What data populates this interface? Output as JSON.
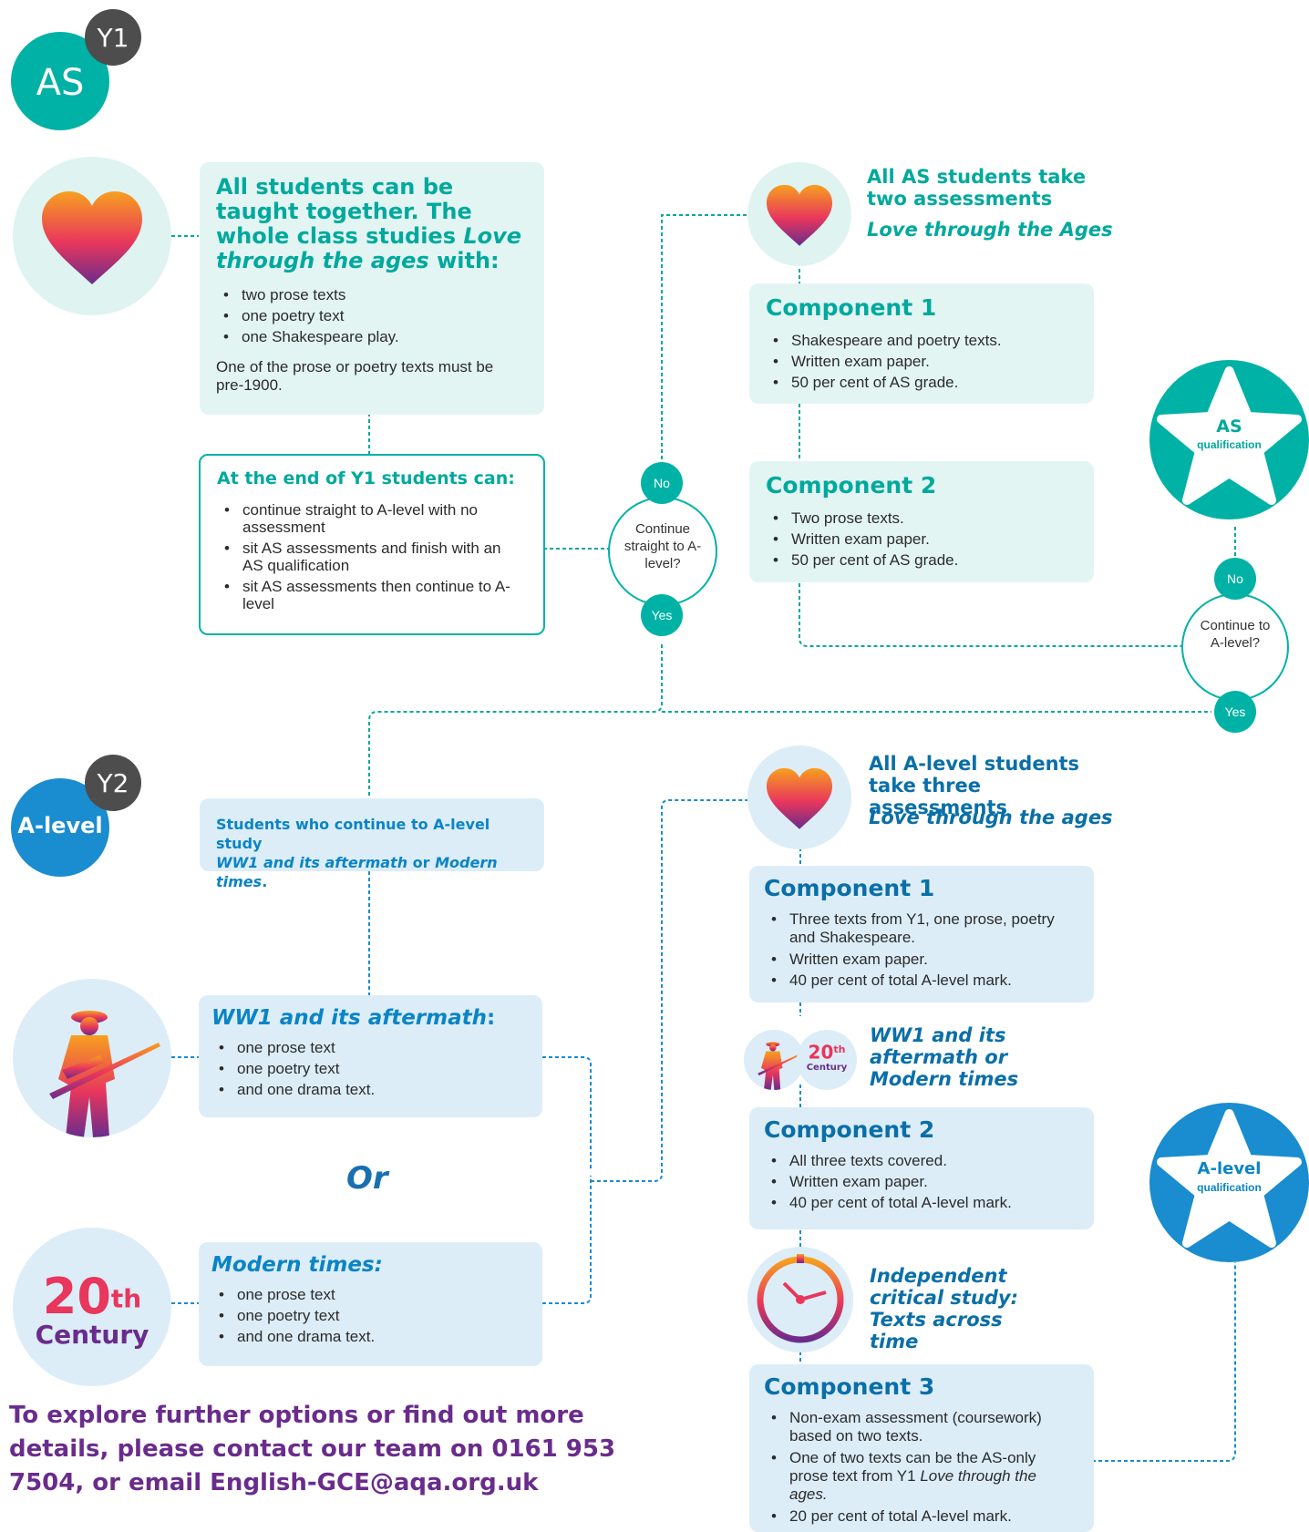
{
  "badges": {
    "as_label": "AS",
    "y1": "Y1",
    "alevel_label": "A-level",
    "y2": "Y2"
  },
  "colors": {
    "teal": "#00b2a5",
    "blue": "#0a84c6",
    "dark_grey": "#4d4d4d",
    "purple": "#6a2c8c"
  },
  "y1_intro": {
    "heading_1": "All students can be taught together. The whole class studies ",
    "heading_em": "Love through the ages",
    "heading_2": " with:",
    "items": [
      "two prose texts",
      "one poetry text",
      "one Shakespeare play."
    ],
    "note": "One of the prose or poetry texts must be pre-1900."
  },
  "y1_end": {
    "heading": "At the end of Y1 students can:",
    "items": [
      "continue straight to A-level with no assessment",
      "sit AS assessments and finish with an AS qualification",
      "sit AS assessments then continue to A-level"
    ]
  },
  "decision1": {
    "no": "No",
    "question": "Continue straight to A-level?",
    "yes": "Yes"
  },
  "decision2": {
    "no": "No",
    "question": "Continue to A-level?",
    "yes": "Yes"
  },
  "as_assess": {
    "heading": "All AS students take two assessments",
    "subtitle": "Love through the Ages"
  },
  "as_component1": {
    "title": "Component 1",
    "items": [
      "Shakespeare and poetry texts.",
      "Written exam paper.",
      "50 per cent of AS grade."
    ]
  },
  "as_component2": {
    "title": "Component 2",
    "items": [
      "Two prose texts.",
      "Written exam paper.",
      "50 per cent of  AS grade."
    ]
  },
  "as_star": {
    "title": "AS",
    "sub": "qualification"
  },
  "alevel_star": {
    "title": "A-level",
    "sub": "qualification"
  },
  "continue_box": {
    "line1": "Students who continue to A-level study",
    "ww1": "WW1 and its aftermath",
    "or": " or ",
    "modern": "Modern times",
    "dot": "."
  },
  "ww1_box": {
    "title": "WW1 and its aftermath",
    "colon": ":",
    "items": [
      "one prose text",
      "one poetry text",
      "and one drama text."
    ]
  },
  "or_label": "Or",
  "modern_box": {
    "title": "Modern times:",
    "items": [
      "one prose text",
      "one poetry text",
      "and one drama text."
    ]
  },
  "century_icon": {
    "num": "20",
    "suffix": "th",
    "word": "Century"
  },
  "alevel_assess": {
    "heading": "All A-level students take three assessments",
    "subtitle": "Love through the ages"
  },
  "al_component1": {
    "title": "Component 1",
    "items": [
      "Three texts from Y1, one prose, poetry and Shakespeare.",
      "Written exam paper.",
      "40 per cent of total A-level mark."
    ]
  },
  "al_option_label": "WW1 and its aftermath or Modern times",
  "al_component2": {
    "title": "Component 2",
    "items": [
      "All three texts covered.",
      "Written exam paper.",
      "40 per cent of total A-level mark."
    ]
  },
  "independent": "Independent critical study: Texts across time",
  "al_component3": {
    "title": "Component 3",
    "item1": "Non-exam assessment (coursework) based on two texts.",
    "item2_text": "One of two texts can be the AS-only prose text from Y1 ",
    "item2_em": "Love through the ages.",
    "item3": "20 per cent of total A-level mark."
  },
  "footer": "To explore further options or find out more details, please contact our team on 0161 953 7504, or email English-GCE@aqa.org.uk"
}
